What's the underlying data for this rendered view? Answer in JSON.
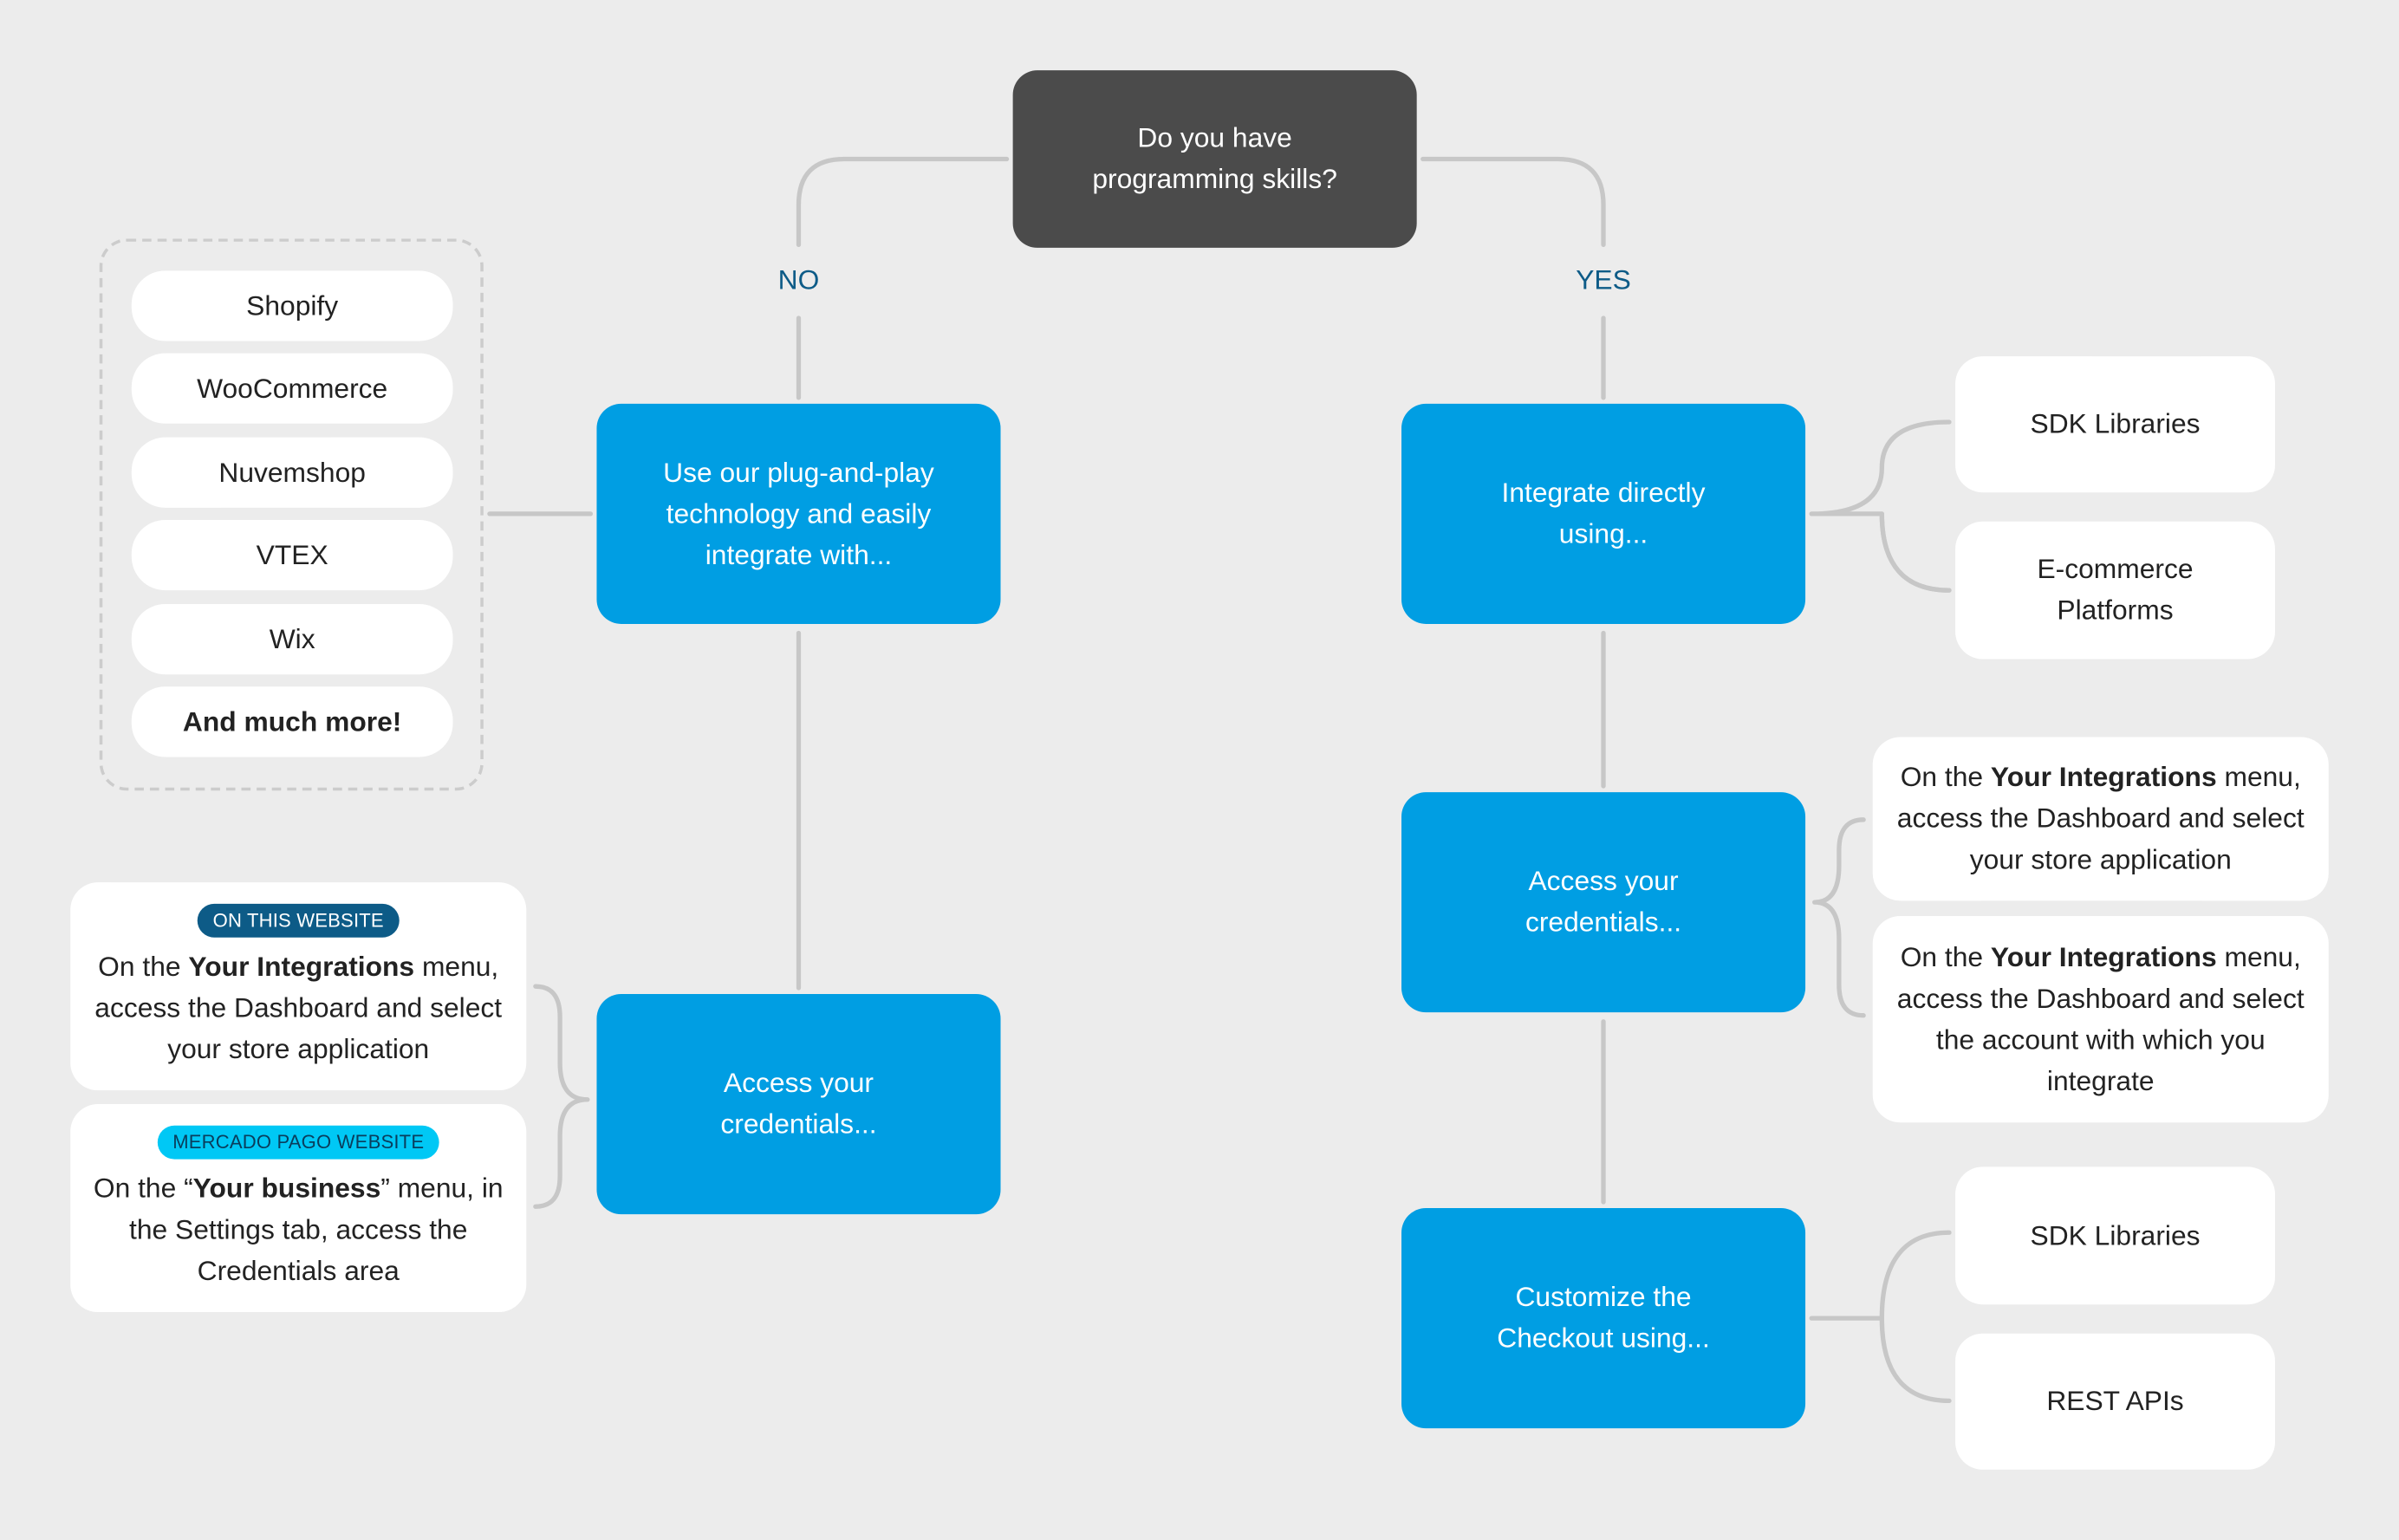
{
  "root": {
    "line1": "Do you have",
    "line2": "programming skills?"
  },
  "labels": {
    "no": "NO",
    "yes": "YES"
  },
  "platforms": [
    "Shopify",
    "WooCommerce",
    "Nuvemshop",
    "VTEX",
    "Wix"
  ],
  "platforms_more": "And much more!",
  "no_branch": {
    "plugin": "Use our plug-and-play technology and easily integrate with...",
    "credentials": "Access your credentials...",
    "this_website": {
      "badge": "ON THIS WEBSITE",
      "pre": "On the ",
      "bold": "Your Integrations",
      "post": " menu, access the Dashboard and select your store application"
    },
    "mp_website": {
      "badge": "MERCADO PAGO WEBSITE",
      "pre": "On the “",
      "bold": "Your business",
      "post": "” menu, in the Settings tab, access the Credentials area"
    }
  },
  "yes_branch": {
    "integrate": "Integrate directly using...",
    "integrate_options": [
      "SDK Libraries",
      "E-commerce Platforms"
    ],
    "credentials": "Access your credentials...",
    "cred_option_1": {
      "pre": "On the ",
      "bold": "Your Integrations",
      "post": " menu, access the Dashboard and select your store application"
    },
    "cred_option_2": {
      "pre": "On the ",
      "bold": "Your Integrations",
      "post": " menu, access the Dashboard and select the account with which you integrate"
    },
    "customize": "Customize the Checkout using...",
    "customize_options": [
      "SDK Libraries",
      "REST APIs"
    ]
  },
  "colors": {
    "background": "#ececec",
    "decision": "#4b4b4b",
    "step": "#009ee3",
    "option": "#ffffff",
    "connector": "#c7c7c7",
    "label": "#0d5b87",
    "badge_dark": "#0d5b87",
    "badge_light": "#00c8f5"
  }
}
